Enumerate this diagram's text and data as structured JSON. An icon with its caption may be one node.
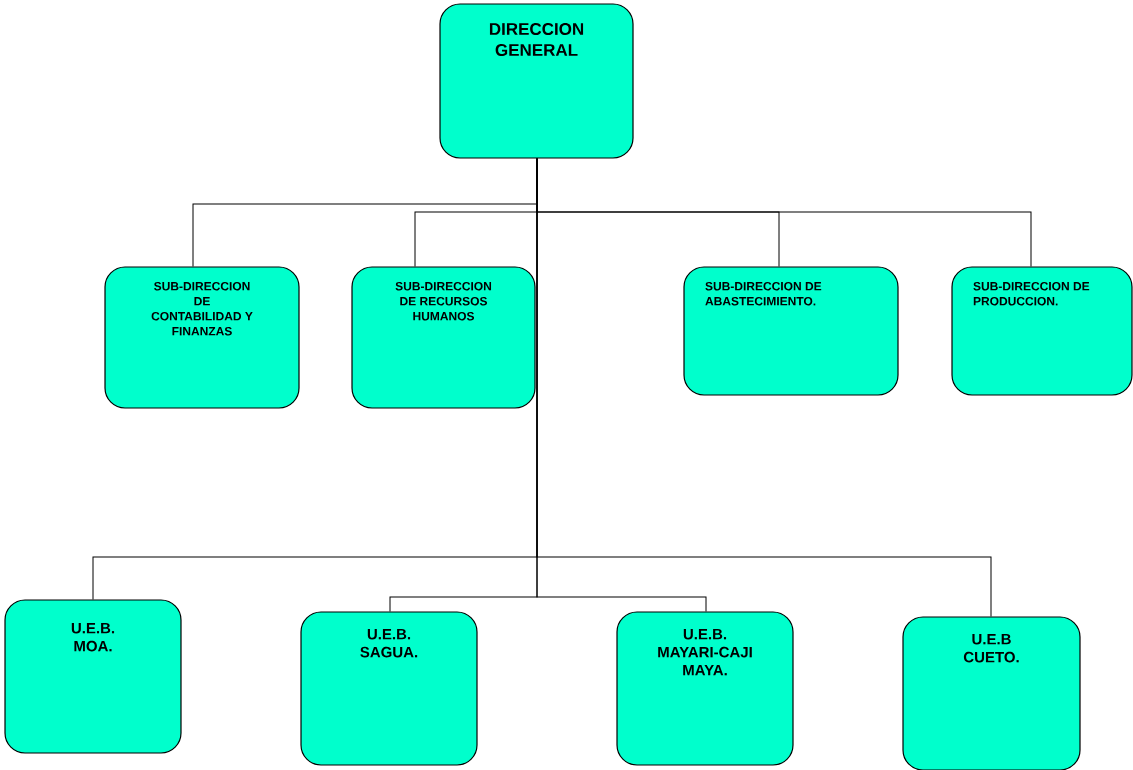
{
  "diagram": {
    "nodes": [
      {
        "text": [
          "DIRECCION GENERAL"
        ]
      },
      {
        "text": [
          "SUB-DIRECCION DE CONTABILIDAD Y FINANZAS"
        ]
      },
      {
        "text": [
          "SUB-DIRECCION DE RECURSOS HUMANOS"
        ]
      },
      {
        "text": [
          "SUB-DIRECCION DE ABASTECIMIENTO."
        ]
      },
      {
        "text": [
          "SUB-DIRECCION DE PRODUCCION."
        ]
      },
      {
        "text": [
          "U.E.B. MOA."
        ]
      },
      {
        "text": [
          "U.E.B. SAGUA."
        ]
      },
      {
        "text": [
          "U.E.B. MAYARI-CAJI MAYA."
        ]
      },
      {
        "text": [
          "U.E.B CUETO."
        ]
      }
    ],
    "edges": [
      {
        "from": 0,
        "to": 1,
        "arrow": "none"
      },
      {
        "from": 0,
        "to": 2,
        "arrow": "none"
      },
      {
        "from": 0,
        "to": 3,
        "arrow": "none"
      },
      {
        "from": 0,
        "to": 4,
        "arrow": "none"
      },
      {
        "from": 0,
        "to": 5,
        "arrow": "none"
      },
      {
        "from": 0,
        "to": 6,
        "arrow": "none"
      },
      {
        "from": 0,
        "to": 7,
        "arrow": "none"
      },
      {
        "from": 0,
        "to": 8,
        "arrow": "none"
      }
    ]
  }
}
